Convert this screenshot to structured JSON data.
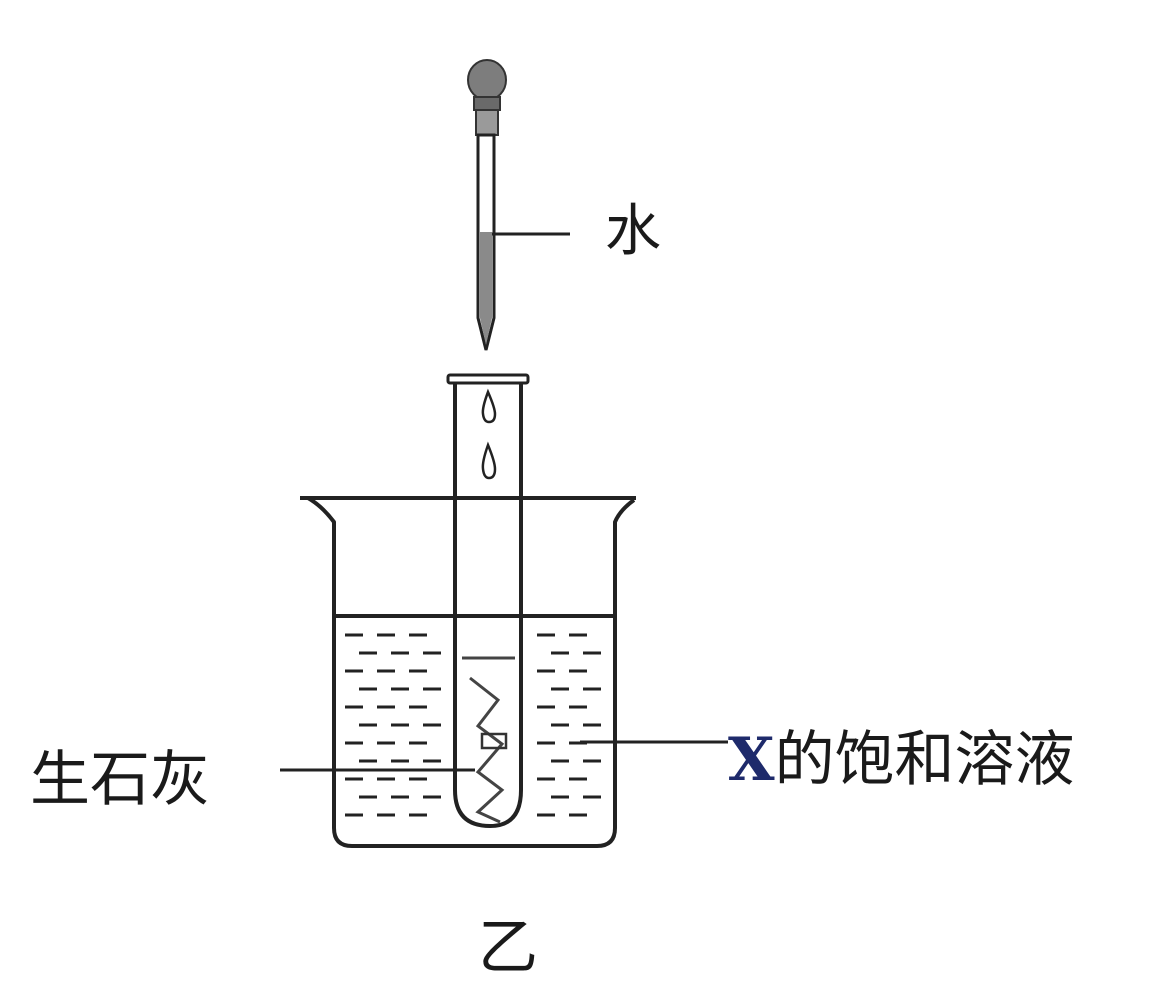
{
  "labels": {
    "water": "水",
    "quicklime": "生石灰",
    "solution_x": "X",
    "solution_rest": "的饱和溶液",
    "caption": "乙"
  },
  "colors": {
    "ink": "#1f1f1f",
    "bulb": "#7a7a7a",
    "water_fill": "#8a8a8a",
    "x_letter": "#1e2a6b"
  }
}
